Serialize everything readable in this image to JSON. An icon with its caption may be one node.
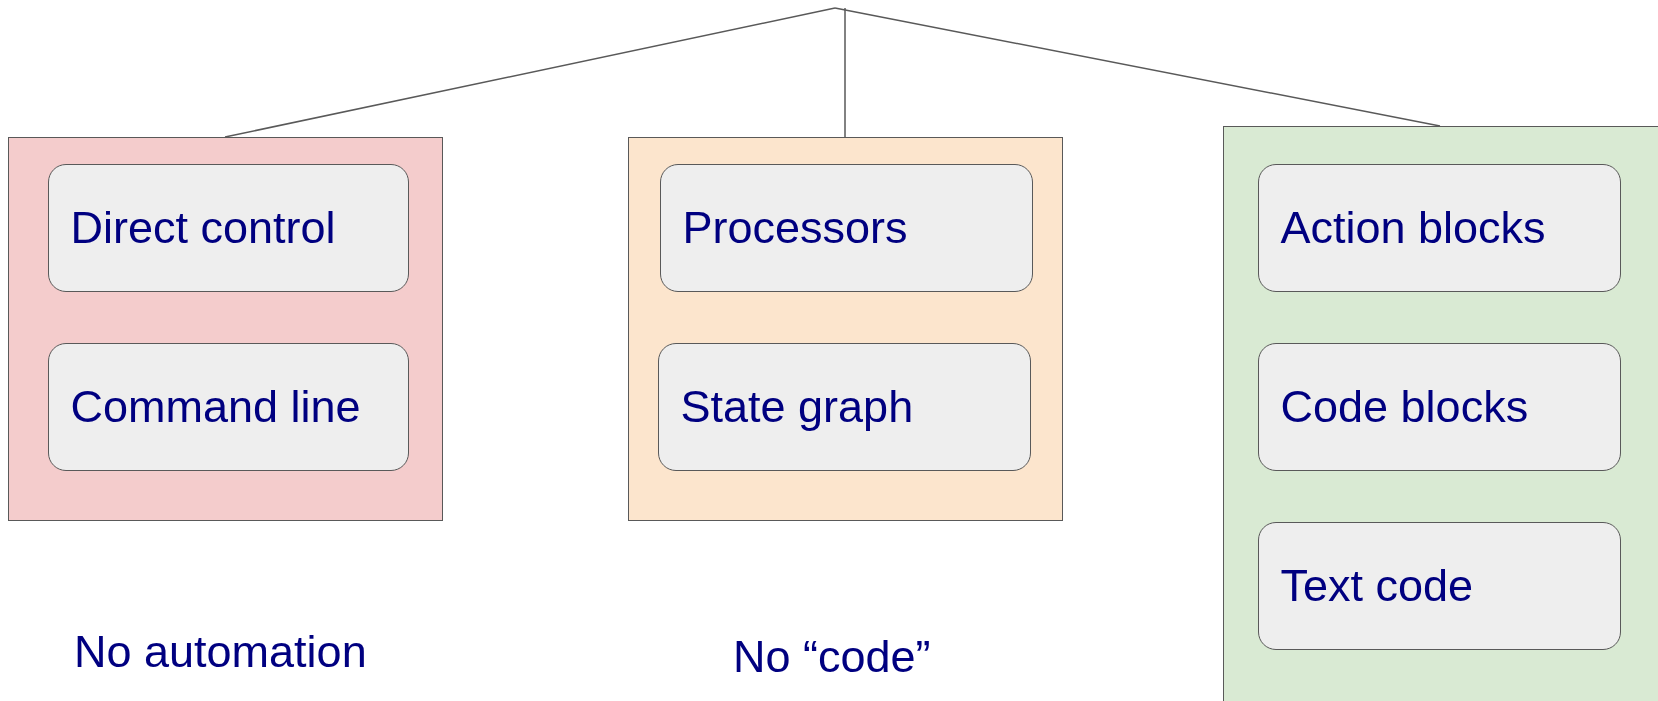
{
  "diagram": {
    "nodes": [
      {
        "text": [],
        "shape": "box",
        "beside": [
          "No automation"
        ]
      },
      {
        "text": [
          "Direct control"
        ],
        "in": 0
      },
      {
        "text": [
          "Command line"
        ],
        "in": 0
      },
      {
        "text": [],
        "shape": "box",
        "beside": [
          "No “code”"
        ]
      },
      {
        "text": [
          "Processors"
        ],
        "in": 3
      },
      {
        "text": [
          "State graph"
        ],
        "in": 3
      },
      {
        "text": [],
        "shape": "box"
      },
      {
        "text": [
          "Action blocks"
        ],
        "in": 6
      },
      {
        "text": [
          "Code blocks"
        ],
        "in": 6
      },
      {
        "text": [
          "Text code"
        ],
        "in": 6
      }
    ],
    "edges": [
      {
        "from": null,
        "to": 0,
        "arrow": "none"
      },
      {
        "from": null,
        "to": 3,
        "arrow": "none"
      },
      {
        "from": null,
        "to": 6,
        "arrow": "none"
      }
    ]
  }
}
